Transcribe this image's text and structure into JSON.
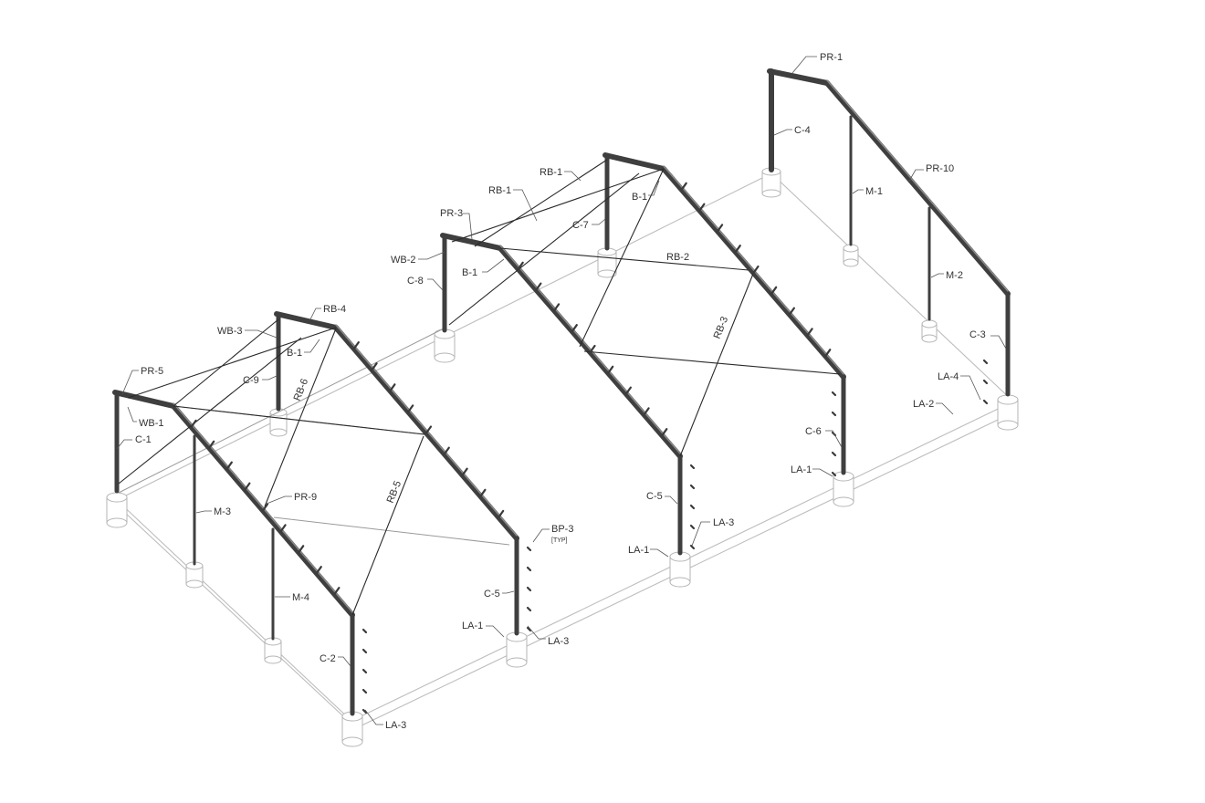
{
  "diagram": {
    "labels": {
      "pr1": "PR-1",
      "c4": "C-4",
      "pr10": "PR-10",
      "m1": "M-1",
      "m2": "M-2",
      "c3": "C-3",
      "la4": "LA-4",
      "la2": "LA-2",
      "rb1_top": "RB-1",
      "rb1_mid": "RB-1",
      "b1_rear": "B-1",
      "c7": "C-7",
      "pr3": "PR-3",
      "wb2": "WB-2",
      "c8": "C-8",
      "b1_mid": "B-1",
      "rb2": "RB-2",
      "rb3": "RB-3",
      "c6": "C-6",
      "la1_right": "LA-1",
      "c5_mid": "C-5",
      "la3_mid": "LA-3",
      "la1_mid": "LA-1",
      "rb4": "RB-4",
      "wb3": "WB-3",
      "b1_front": "B-1",
      "c9": "C-9",
      "rb6": "RB-6",
      "pr5": "PR-5",
      "wb1": "WB-1",
      "c1": "C-1",
      "m3": "M-3",
      "pr9": "PR-9",
      "rb5": "RB-5",
      "bp3": "BP-3",
      "bp3_note": "[TYP]",
      "m4": "M-4",
      "c5_front": "C-5",
      "la1_front": "LA-1",
      "la3_front": "LA-3",
      "c2": "C-2",
      "la3_bottom": "LA-3"
    }
  }
}
